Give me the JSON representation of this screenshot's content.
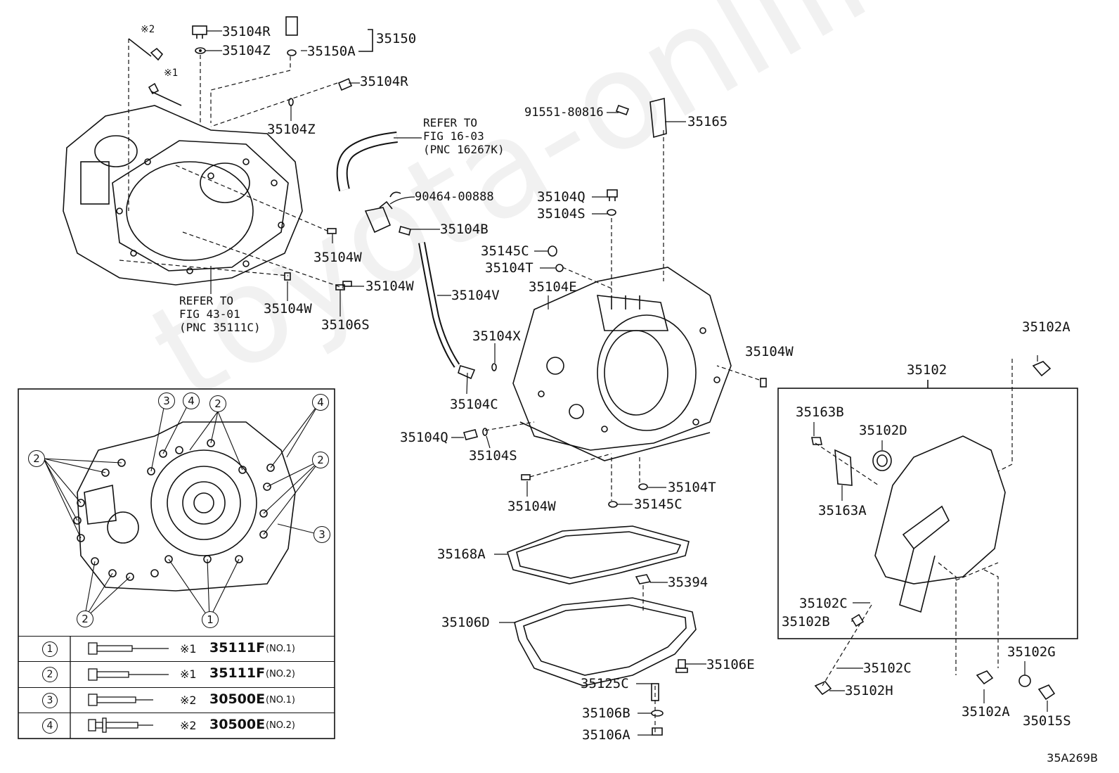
{
  "watermark": "toyota-onlline.ru",
  "diagram_code": "35A269B",
  "refs": {
    "fig1603": "REFER TO\nFIG 16-03\n(PNC 16267K)",
    "fig4301": "REFER TO\nFIG 43-01\n(PNC 35111C)"
  },
  "marks": {
    "m1": "※1",
    "m2": "※2"
  },
  "labels": {
    "p35104R_top": "35104R",
    "p35104Z_top": "35104Z",
    "p35150": "35150",
    "p35150A": "35150A",
    "p35104R_mid": "35104R",
    "p35104Z_mid": "35104Z",
    "p91551": "91551-80816",
    "p35165": "35165",
    "p90464": "90464-00888",
    "p35104B": "35104B",
    "p35104Q_top": "35104Q",
    "p35104S_top": "35104S",
    "p35145C_top": "35145C",
    "p35104T_top": "35104T",
    "p35104E": "35104E",
    "p35104V": "35104V",
    "p35104W_a": "35104W",
    "p35104W_b": "35104W",
    "p35104W_c": "35104W",
    "p35106S": "35106S",
    "p35104X": "35104X",
    "p35104C": "35104C",
    "p35104Q_bot": "35104Q",
    "p35104S_bot": "35104S",
    "p35104W_d": "35104W",
    "p35104W_e": "35104W",
    "p35104T_bot": "35104T",
    "p35145C_bot": "35145C",
    "p35102A_top": "35102A",
    "no2": "(NO.2)",
    "p35102": "35102",
    "p35163B": "35163B",
    "p35102D": "35102D",
    "p35163A": "35163A",
    "p35102C_a": "35102C",
    "p35102B": "35102B",
    "p35102C_b": "35102C",
    "p35102H": "35102H",
    "p35102G": "35102G",
    "p35102A_bot": "35102A",
    "no1": "(NO.1)",
    "p35015S": "35015S",
    "p35168A": "35168A",
    "p35394": "35394",
    "p35106D": "35106D",
    "p35106E": "35106E",
    "p35125C": "35125C",
    "p35106B": "35106B",
    "p35106A": "35106A"
  },
  "callouts": [
    "1",
    "2",
    "3",
    "4"
  ],
  "bolt_table": [
    {
      "num": "1",
      "mark": "※1",
      "part": "35111F",
      "no": "(NO.1)"
    },
    {
      "num": "2",
      "mark": "※1",
      "part": "35111F",
      "no": "(NO.2)"
    },
    {
      "num": "3",
      "mark": "※2",
      "part": "30500E",
      "no": "(NO.1)"
    },
    {
      "num": "4",
      "mark": "※2",
      "part": "30500E",
      "no": "(NO.2)"
    }
  ]
}
